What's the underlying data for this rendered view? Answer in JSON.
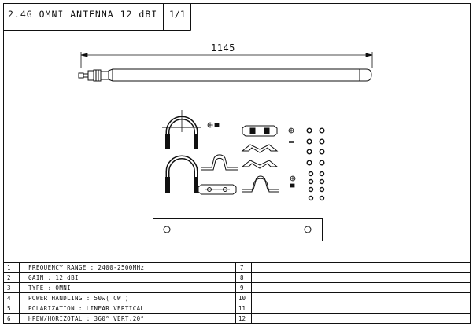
{
  "title_block": {
    "title": "2.4G OMNI ANTENNA 12 dBI",
    "sheet": "1/1"
  },
  "antenna": {
    "length_dim": "1145"
  },
  "spec_table": {
    "left_rows": [
      {
        "no": "1",
        "text": "FREQUENCY RANGE  : 2400-2500MHz"
      },
      {
        "no": "2",
        "text": "GAIN  : 12 dBI"
      },
      {
        "no": "3",
        "text": "TYPE  :  OMNI"
      },
      {
        "no": "4",
        "text": "POWER HANDLING  :  50w( CW )"
      },
      {
        "no": "5",
        "text": "POLARIZATION  : LINEAR VERTICAL"
      },
      {
        "no": "6",
        "text": "HPBW/HORIZOTAL  : 360° VERT.20°"
      }
    ],
    "right_rows": [
      {
        "no": "7",
        "text": ""
      },
      {
        "no": "8",
        "text": ""
      },
      {
        "no": "9",
        "text": ""
      },
      {
        "no": "10",
        "text": ""
      },
      {
        "no": "11",
        "text": ""
      },
      {
        "no": "12",
        "text": ""
      }
    ]
  }
}
